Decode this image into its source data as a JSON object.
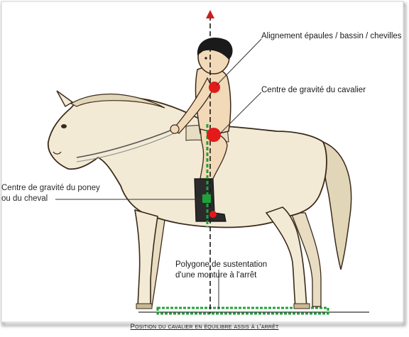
{
  "labels": {
    "alignment": "Alignement épaules / bassin / chevilles",
    "rider_cog": "Centre de gravité du cavalier",
    "pony_cog_line1": "Centre de gravité du poney",
    "pony_cog_line2": "ou du cheval",
    "polygon_line1": "Polygone  de  sustentation",
    "polygon_line2": "d'une monture à l'arrêt"
  },
  "caption": "Position du cavalier en équilibre assis à l'arrêt",
  "colors": {
    "horse_body": "#f3ead6",
    "outline": "#3a2a1a",
    "mane_tail": "#e2d6b9",
    "rider_skin": "#f2d9b8",
    "boot": "#2b2b2b",
    "marker_red": "#e21a1a",
    "marker_green": "#1fa23a",
    "axis_line": "#1a1a1a",
    "border_shadow": "#8a8a8a"
  }
}
